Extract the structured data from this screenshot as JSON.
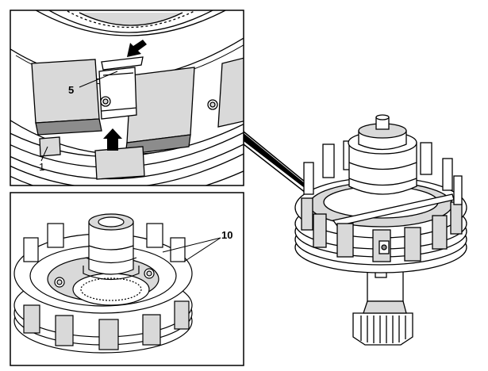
{
  "callouts": {
    "part_5": "5",
    "part_1": "1",
    "part_10": "10"
  },
  "colors": {
    "line": "#000000",
    "fill": "#ffffff",
    "shade": "#d9d9d9",
    "dark": "#8c8c8c"
  }
}
